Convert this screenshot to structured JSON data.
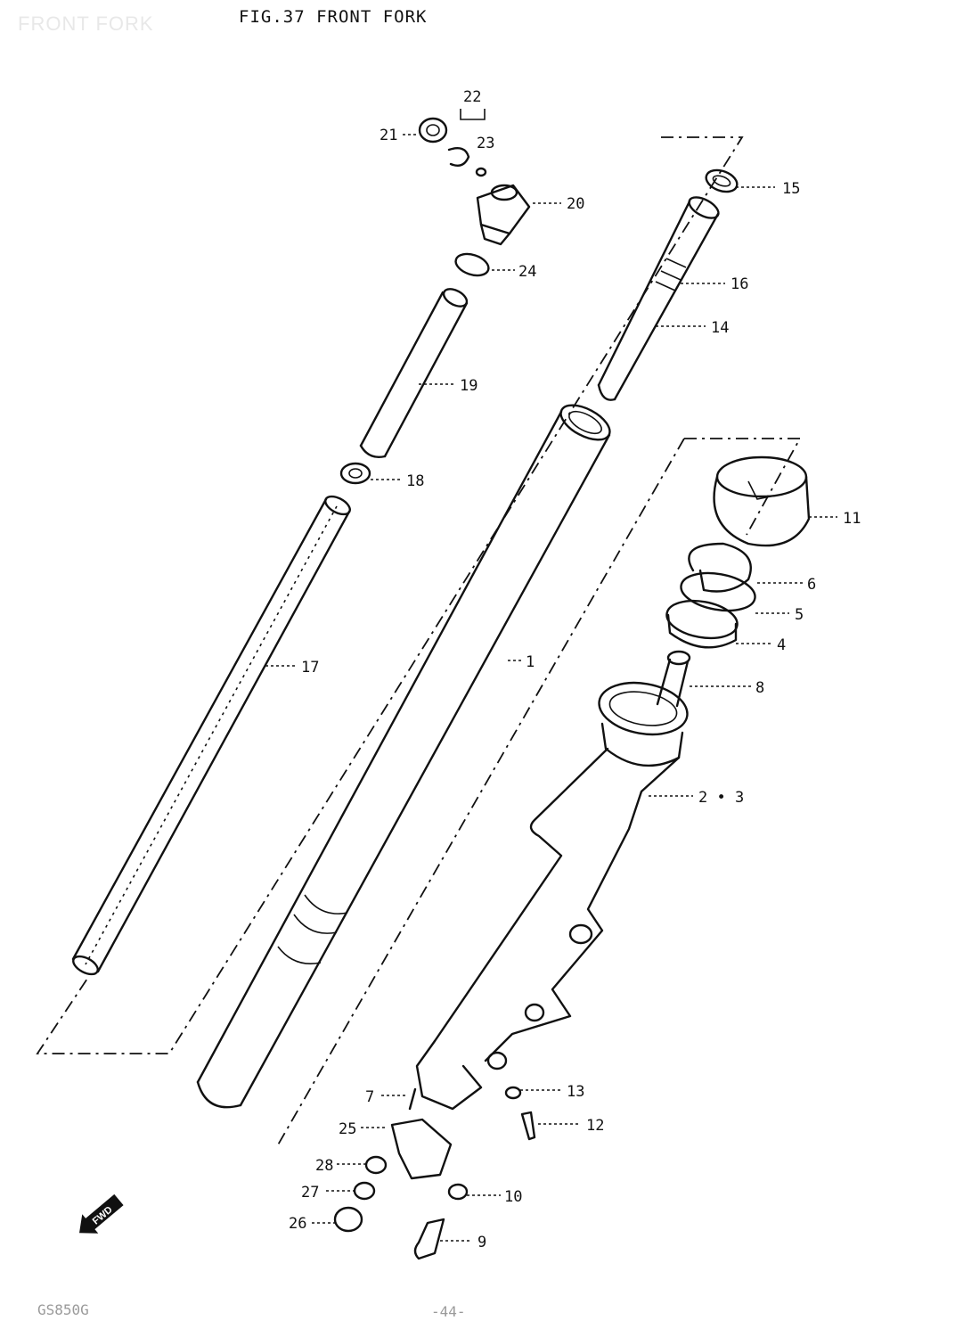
{
  "header": {
    "watermark": "FRONT FORK",
    "figure_title": "FIG.37  FRONT FORK"
  },
  "footer": {
    "model_code": "GS850G",
    "page_number": "-44-"
  },
  "fwd_badge": "FWD",
  "parts": {
    "p1": "1",
    "p2_3": "2 • 3",
    "p4": "4",
    "p5": "5",
    "p6": "6",
    "p7": "7",
    "p8": "8",
    "p9": "9",
    "p10": "10",
    "p11": "11",
    "p12": "12",
    "p13": "13",
    "p14": "14",
    "p15": "15",
    "p16": "16",
    "p17": "17",
    "p18": "18",
    "p19": "19",
    "p20": "20",
    "p21": "21",
    "p22": "22",
    "p23": "23",
    "p24": "24",
    "p25": "25",
    "p26": "26",
    "p27": "27",
    "p28": "28"
  }
}
